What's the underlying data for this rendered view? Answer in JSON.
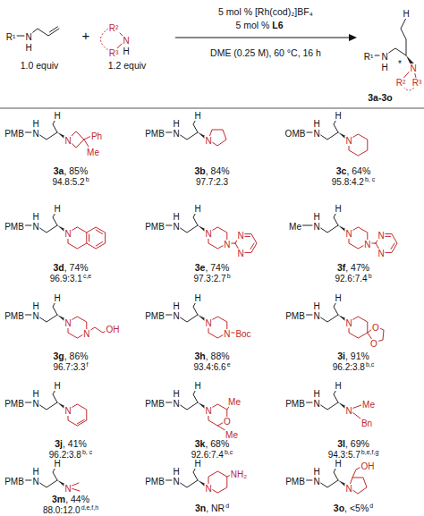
{
  "diagram": {
    "labels": [
      "R¹",
      "N",
      "H",
      "1.0 equiv",
      "+",
      "R²",
      "N",
      "R³",
      "H",
      "1.2 equiv",
      "5 mol % [Rh(cod)₂]BF₄",
      "5 mol %",
      "L6",
      "DME (0.25 M), 60 °C, 16 h",
      "H",
      "R¹",
      "N",
      "H",
      "*",
      "N",
      "R²",
      "R³",
      "3a-3o",
      "PMB",
      "N",
      "H",
      "H",
      "N",
      "Ph",
      "Me",
      "3a",
      ", 85%",
      "94.8:5.2",
      "b",
      "PMB",
      "N",
      "H",
      "H",
      "N",
      "3b",
      ", 84%",
      "97.7:2.3",
      "OMB",
      "N",
      "H",
      "H",
      "N",
      "3c",
      ", 64%",
      "95.8:4.2",
      "b, c",
      "PMB",
      "N",
      "H",
      "H",
      "N",
      "3d",
      ", 74%",
      "96.9:3.1",
      "c,e",
      "PMB",
      "N",
      "H",
      "H",
      "N",
      "N",
      "N",
      "N",
      "3e",
      ", 74%",
      "97.3:2.7",
      "b",
      "Me",
      "N",
      "H",
      "H",
      "N",
      "N",
      "N",
      "N",
      "3f",
      ", 47%",
      "92.6:7.4",
      "b",
      "PMB",
      "N",
      "H",
      "H",
      "N",
      "N",
      "OH",
      "3g",
      ", 86%",
      "96.7:3.3",
      "f",
      "PMB",
      "N",
      "H",
      "H",
      "N",
      "N",
      "Boc",
      "3h",
      ", 88%",
      "93.4:6.6",
      "e",
      "PMB",
      "N",
      "H",
      "H",
      "N",
      "O",
      "O",
      "3i",
      ", 91%",
      "96.2:3.8",
      "b,c",
      "PMB",
      "N",
      "H",
      "H",
      "N",
      "3j",
      ", 41%",
      "96.2:3.8",
      "b, c",
      "PMB",
      "N",
      "H",
      "H",
      "N",
      "Me",
      "O",
      "Me",
      "3k",
      ", 68%",
      "92.6:7.4",
      "b,c",
      "PMB",
      "N",
      "H",
      "H",
      "N",
      "Me",
      "Bn",
      "3l",
      ", 69%",
      "94.3:5.7",
      "b,e,f,g",
      "PMB",
      "N",
      "H",
      "H",
      "N",
      "3m",
      ", 44%",
      "88.0:12.0",
      "d,e,f,h",
      "PMB",
      "N",
      "H",
      "H",
      "N",
      "NH₂",
      "3n",
      ", NR",
      "d",
      "PMB",
      "N",
      "H",
      "H",
      "N",
      "OH",
      "3o",
      ", <5%",
      "d"
    ]
  }
}
